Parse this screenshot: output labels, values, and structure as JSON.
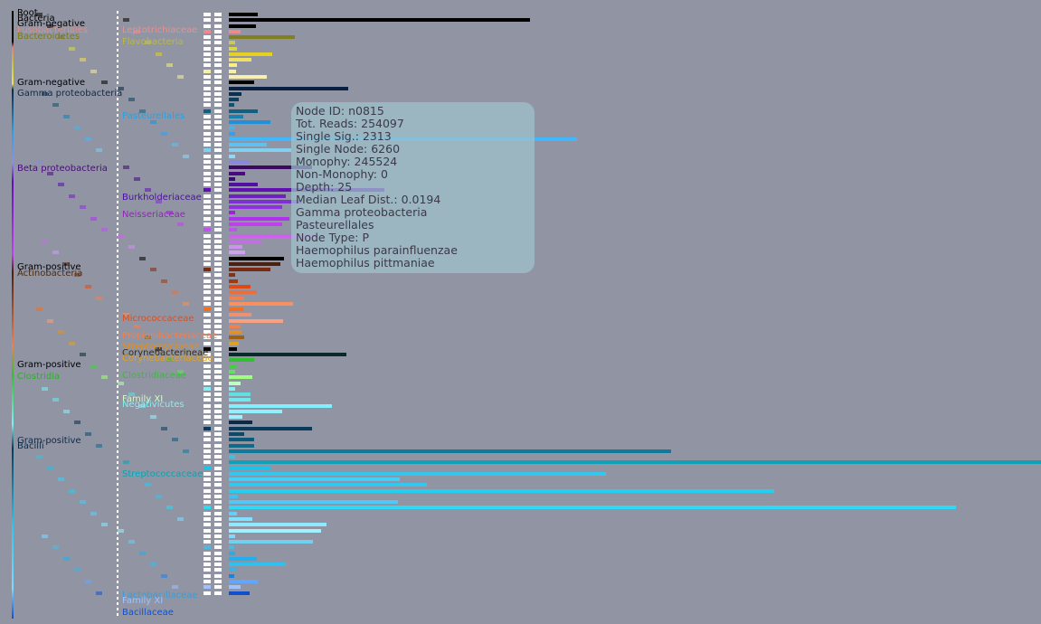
{
  "tree_labels": [
    {
      "text": "Root",
      "color": "#000000"
    },
    {
      "text": "Bacteria",
      "color": "#000000"
    },
    {
      "text": "Gram-negative",
      "color": "#000000"
    },
    {
      "text": "Fusobacteriales",
      "color": "#e88a86"
    },
    {
      "text": "Bacteroidetes",
      "color": "#7a7a1a"
    },
    {
      "text": "Gram-negative",
      "color": "#000000"
    },
    {
      "text": "Gamma proteobacteria",
      "color": "#0b2a4a"
    },
    {
      "text": "Beta proteobacteria",
      "color": "#4a0a7a"
    },
    {
      "text": "Gram-positive",
      "color": "#000000"
    },
    {
      "text": "Actinobacteria",
      "color": "#4a2a10"
    },
    {
      "text": "Gram-positive",
      "color": "#000000"
    },
    {
      "text": "Clostridia",
      "color": "#2ab02a"
    },
    {
      "text": "Gram-positive",
      "color": "#0a2a4a"
    },
    {
      "text": "Bacilli",
      "color": "#0a2a4a"
    }
  ],
  "family_labels": [
    {
      "text": "Leptotrichiaceae",
      "color": "#e89090"
    },
    {
      "text": "Flavobacteria",
      "color": "#b8b84a"
    },
    {
      "text": "Pasteurellales",
      "color": "#2aa0e0"
    },
    {
      "text": "Burkholderiaceae",
      "color": "#4a10a0"
    },
    {
      "text": "Neisseriaceae",
      "color": "#9a20c0"
    },
    {
      "text": "Micrococcaceae",
      "color": "#d85020"
    },
    {
      "text": "Propionibacteriaceae",
      "color": "#f08050"
    },
    {
      "text": "Streptomycineae",
      "color": "#e09020"
    },
    {
      "text": "Corynebacterineae",
      "color": "#3a2a10"
    },
    {
      "text": "Corynebacteriaceae",
      "color": "#e0a020"
    },
    {
      "text": "Clostridiaceae",
      "color": "#30c030"
    },
    {
      "text": "Family XI",
      "color": "#d0ffc0"
    },
    {
      "text": "Negativicutes",
      "color": "#80f0f0"
    },
    {
      "text": "Streptococcaceae",
      "color": "#10a0b0"
    },
    {
      "text": "Lactobacillaceae",
      "color": "#30a0e0"
    },
    {
      "text": "Family XI",
      "color": "#a0c0ff"
    },
    {
      "text": "Bacillaceae",
      "color": "#1050d0"
    }
  ],
  "tooltip": {
    "lines": [
      "Node ID: n0815",
      "Tot. Reads: 254097",
      "Single Sig.: 2313",
      "Single Node: 6260",
      "Monophy: 245524",
      "Non-Monophy: 0",
      "Depth: 25",
      "Median Leaf Dist.: 0.0194",
      "Gamma proteobacteria",
      "Pasteurellales",
      "Node Type: P",
      "Haemophilus parainfluenzae",
      "Haemophilus pittmaniae"
    ]
  },
  "rows": [
    {
      "color": "#000000",
      "reads": 2800
    },
    {
      "color": "#000000",
      "reads": 29000
    },
    {
      "color": "#000000",
      "reads": 2600
    },
    {
      "color": "#f08a8a",
      "reads": 1100
    },
    {
      "color": "#808020",
      "reads": 6400
    },
    {
      "color": "#c8c860",
      "reads": 600
    },
    {
      "color": "#d8d840",
      "reads": 800
    },
    {
      "color": "#e8d020",
      "reads": 4200
    },
    {
      "color": "#f0e060",
      "reads": 2200
    },
    {
      "color": "#f8f080",
      "reads": 800
    },
    {
      "color": "#f8f0a0",
      "reads": 700
    },
    {
      "color": "#f8f0b0",
      "reads": 3700
    },
    {
      "color": "#000000",
      "reads": 2400
    },
    {
      "color": "#0a2040",
      "reads": 11500
    },
    {
      "color": "#0a3050",
      "reads": 1200
    },
    {
      "color": "#0a4060",
      "reads": 1000
    },
    {
      "color": "#105070",
      "reads": 500
    },
    {
      "color": "#106080",
      "reads": 2800
    },
    {
      "color": "#1a80b0",
      "reads": 1400
    },
    {
      "color": "#2090d8",
      "reads": 4000
    },
    {
      "color": "#50b0e0",
      "reads": 600
    },
    {
      "color": "#30a0f0",
      "reads": 600
    },
    {
      "color": "#40b8ff",
      "reads": 33500
    },
    {
      "color": "#60c0f0",
      "reads": 3700
    },
    {
      "color": "#80d0f0",
      "reads": 6000
    },
    {
      "color": "#90d8f8",
      "reads": 600
    },
    {
      "color": "#8888e0",
      "reads": 2000
    },
    {
      "color": "#3a0a60",
      "reads": 8000
    },
    {
      "color": "#4a0a80",
      "reads": 1600
    },
    {
      "color": "#3a0a70",
      "reads": 600
    },
    {
      "color": "#5010a0",
      "reads": 2800
    },
    {
      "color": "#6010b0",
      "reads": 15000
    },
    {
      "color": "#7020c0",
      "reads": 5500
    },
    {
      "color": "#8030d0",
      "reads": 7000
    },
    {
      "color": "#9030e0",
      "reads": 5100
    },
    {
      "color": "#a020e0",
      "reads": 600
    },
    {
      "color": "#b030f0",
      "reads": 5800
    },
    {
      "color": "#c040f0",
      "reads": 5100
    },
    {
      "color": "#c050f0",
      "reads": 800
    },
    {
      "color": "#d060f0",
      "reads": 8400
    },
    {
      "color": "#c070e0",
      "reads": 3200
    },
    {
      "color": "#d090f0",
      "reads": 1300
    },
    {
      "color": "#d0a0f0",
      "reads": 1600
    },
    {
      "color": "#000000",
      "reads": 5300
    },
    {
      "color": "#4a2010",
      "reads": 5000
    },
    {
      "color": "#7a2a10",
      "reads": 4000
    },
    {
      "color": "#8a3010",
      "reads": 600
    },
    {
      "color": "#a03a10",
      "reads": 900
    },
    {
      "color": "#e04a10",
      "reads": 2100
    },
    {
      "color": "#e87040",
      "reads": 2700
    },
    {
      "color": "#f08050",
      "reads": 1500
    },
    {
      "color": "#f89060",
      "reads": 6200
    },
    {
      "color": "#f07020",
      "reads": 1400
    },
    {
      "color": "#f09070",
      "reads": 2200
    },
    {
      "color": "#f8a080",
      "reads": 5200
    },
    {
      "color": "#f08050",
      "reads": 1100
    },
    {
      "color": "#e09030",
      "reads": 1200
    },
    {
      "color": "#a06010",
      "reads": 1500
    },
    {
      "color": "#e0a020",
      "reads": 1000
    },
    {
      "color": "#000000",
      "reads": 800
    },
    {
      "color": "#0a2a2a",
      "reads": 11300
    },
    {
      "color": "#30c030",
      "reads": 2400
    },
    {
      "color": "#40d040",
      "reads": 700
    },
    {
      "color": "#60e060",
      "reads": 600
    },
    {
      "color": "#a0ff80",
      "reads": 2300
    },
    {
      "color": "#c0ffc0",
      "reads": 1100
    },
    {
      "color": "#80f0f0",
      "reads": 600
    },
    {
      "color": "#60e0e0",
      "reads": 2100
    },
    {
      "color": "#70e8f0",
      "reads": 2100
    },
    {
      "color": "#80f0ff",
      "reads": 9900
    },
    {
      "color": "#90f0ff",
      "reads": 5100
    },
    {
      "color": "#a0f0ff",
      "reads": 1300
    },
    {
      "color": "#0a2a4a",
      "reads": 2300
    },
    {
      "color": "#0a3a5a",
      "reads": 8000
    },
    {
      "color": "#0a4a6a",
      "reads": 1500
    },
    {
      "color": "#0a5a7a",
      "reads": 2400
    },
    {
      "color": "#106a8a",
      "reads": 2400
    },
    {
      "color": "#107a9a",
      "reads": 42600
    },
    {
      "color": "#40c0e0",
      "reads": 600
    },
    {
      "color": "#10a0b8",
      "reads": 78200
    },
    {
      "color": "#20c0e8",
      "reads": 4100
    },
    {
      "color": "#30c8f0",
      "reads": 36300
    },
    {
      "color": "#40d0f8",
      "reads": 16500
    },
    {
      "color": "#30c8f0",
      "reads": 19100
    },
    {
      "color": "#20d0f0",
      "reads": 52500
    },
    {
      "color": "#40c0f0",
      "reads": 900
    },
    {
      "color": "#50c8f8",
      "reads": 16300
    },
    {
      "color": "#30d8f8",
      "reads": 70000
    },
    {
      "color": "#60d0f8",
      "reads": 800
    },
    {
      "color": "#80e0ff",
      "reads": 2300
    },
    {
      "color": "#90e8ff",
      "reads": 9400
    },
    {
      "color": "#a0f0ff",
      "reads": 8900
    },
    {
      "color": "#80d8ff",
      "reads": 600
    },
    {
      "color": "#70d0f0",
      "reads": 8100
    },
    {
      "color": "#50b8e0",
      "reads": 500
    },
    {
      "color": "#30a8e0",
      "reads": 600
    },
    {
      "color": "#20b0f0",
      "reads": 2700
    },
    {
      "color": "#30c0f0",
      "reads": 5500
    },
    {
      "color": "#40b0e0",
      "reads": 800
    },
    {
      "color": "#2080e0",
      "reads": 500
    },
    {
      "color": "#60a8ff",
      "reads": 2800
    },
    {
      "color": "#a0c0ff",
      "reads": 1100
    },
    {
      "color": "#1050d0",
      "reads": 2000
    }
  ]
}
